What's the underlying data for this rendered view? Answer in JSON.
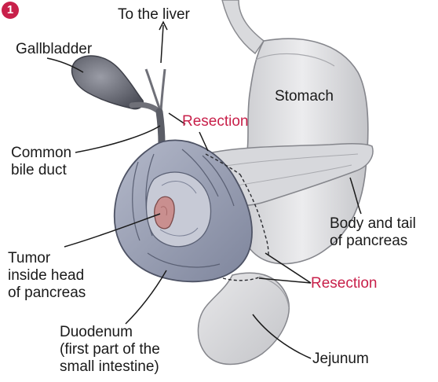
{
  "step_number": "1",
  "labels": {
    "to_liver": "To the liver",
    "gallbladder": "Gallbladder",
    "stomach": "Stomach",
    "resection_top": "Resection",
    "common_bile_duct": "Common\nbile duct",
    "body_tail_pancreas": "Body and tail\nof pancreas",
    "tumor": "Tumor\ninside head\nof pancreas",
    "resection_bottom": "Resection",
    "duodenum": "Duodenum\n(first part of the\nsmall intestine)",
    "jejunum": "Jejunum"
  },
  "colors": {
    "accent_red": "#c8204a",
    "organ_gray": "#d8d9dd",
    "duodenum_blue": "#9aa1b6",
    "tumor_pink": "#c98f8f"
  }
}
